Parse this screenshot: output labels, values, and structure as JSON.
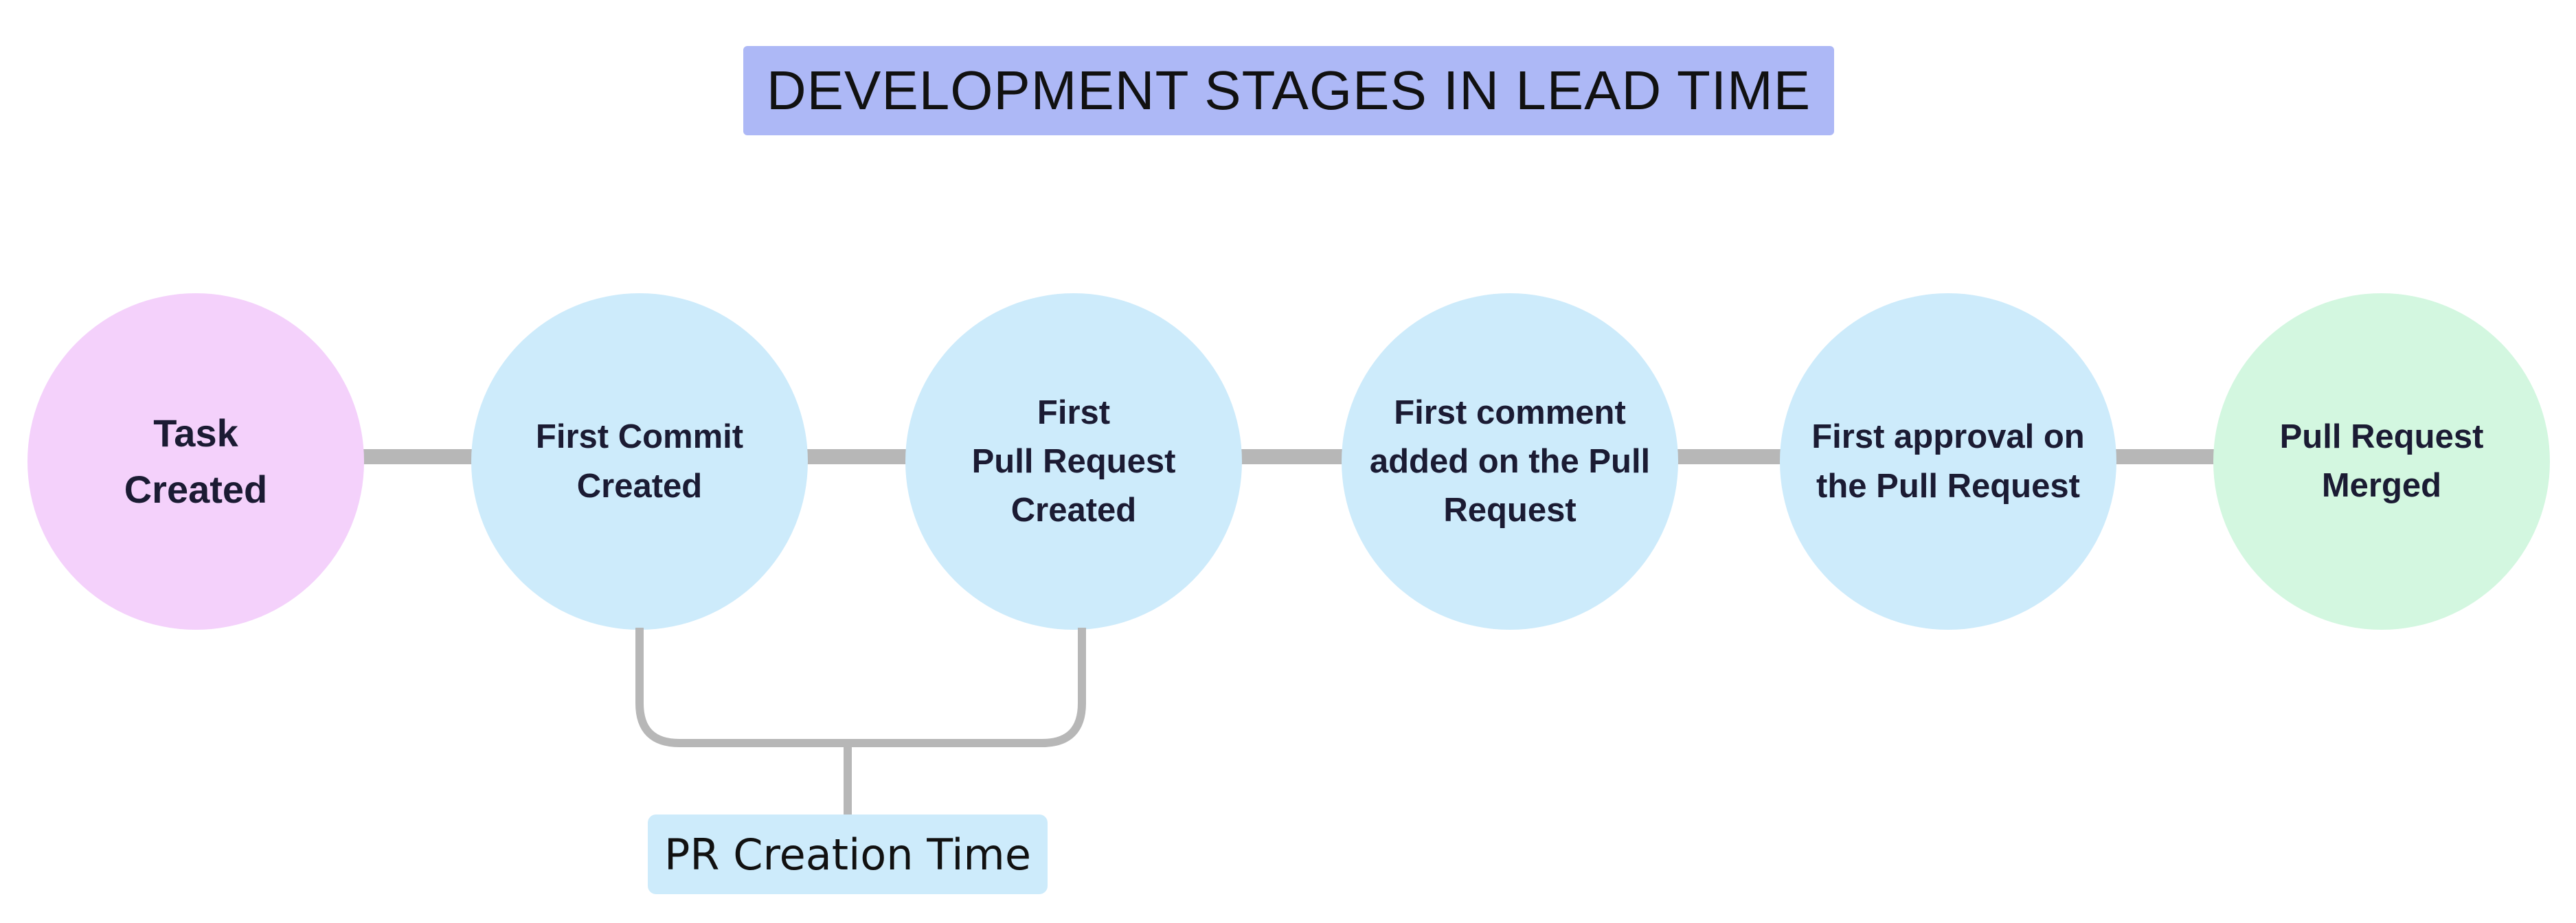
{
  "title": "DEVELOPMENT STAGES IN LEAD TIME",
  "stages": [
    {
      "label": "Task\nCreated",
      "fill": "#f4d1fb"
    },
    {
      "label": "First Commit\nCreated",
      "fill": "#cdebfb"
    },
    {
      "label": "First\nPull Request\nCreated",
      "fill": "#cdebfb"
    },
    {
      "label": "First comment\nadded on the Pull\nRequest",
      "fill": "#cdebfb"
    },
    {
      "label": "First approval on\nthe Pull Request",
      "fill": "#cdebfb"
    },
    {
      "label": "Pull Request\nMerged",
      "fill": "#d3f7e0"
    }
  ],
  "annotation": {
    "label": "PR Creation Time",
    "spans_stages": [
      1,
      2
    ]
  },
  "colors": {
    "title_fill": "#adb8f6",
    "connector": "#b7b7b7",
    "annotation_fill": "#cdebfb"
  }
}
